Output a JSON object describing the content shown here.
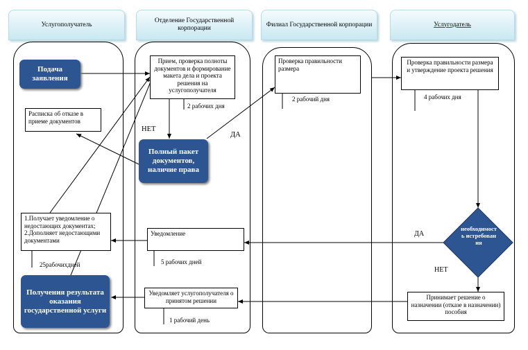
{
  "headers": {
    "col1": "Услугополучатель",
    "col2": "Отделение  Государственной корпорации",
    "col3": "Филиал  Государственной корпорации",
    "col4": "Услугодатель"
  },
  "nodes": {
    "submit": "Подача заявления",
    "receipt": "Расписка об отказе в приеме документов",
    "notify_missing": "1.Получает уведомление о недостающих документах; 2.Дополняет недостающими документами",
    "result": "Получения результата оказания государственной услуги",
    "reception": "Прием, проверка полноты документов и формирование макета дела и проекта решения на услугополучателя",
    "full_package": "Полный пакет документов, наличие права",
    "notice": "Уведомление",
    "informs": "Уведомляет услугополучателя о принятом решении",
    "size_check": "Проверка правильности размера",
    "approve": "Проверка правильности размера  и утверждение проекта решения",
    "necessity": "необходимость истребования",
    "decision": "Принимает решение о назначении (отказе в назначении)  пособия"
  },
  "labels": {
    "days_2": "2 рабочих  дня",
    "days_2b": "2 рабочий дня",
    "days_4": "4 рабочих дня",
    "days_5": "5 рабочих дней",
    "days_1": "1 рабочий день",
    "days_25": "25рабочихдней",
    "no_1": "НЕТ",
    "yes_1": "ДА",
    "yes_2": "ДА",
    "no_2": "НЕТ"
  },
  "colors": {
    "process": "#2d5591",
    "header": "#c9e8f1"
  }
}
